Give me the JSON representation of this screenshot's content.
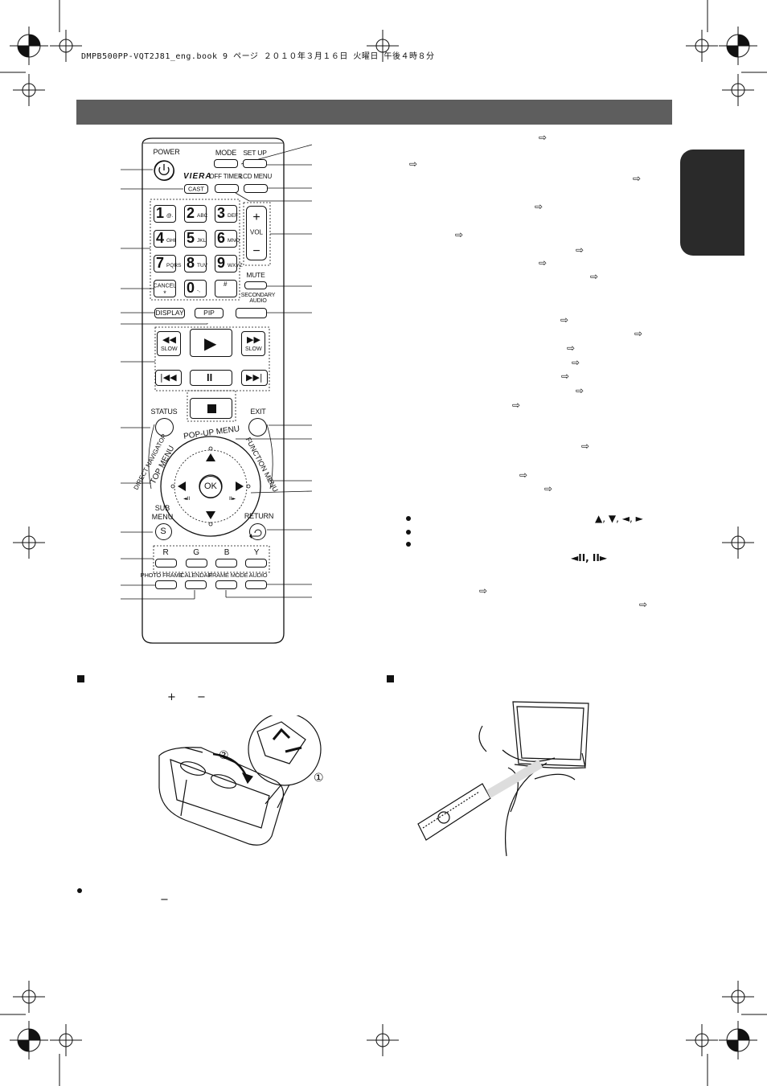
{
  "header": {
    "file_info": "DMPB500PP-VQT2J81_eng.book  9 ページ  ２０１０年３月１６日  火曜日  午後４時８分"
  },
  "remote": {
    "power": "POWER",
    "mode": "MODE",
    "setup": "SET UP",
    "viera_logo": "VIERA",
    "cast": "CAST",
    "off_timer": "OFF TIMER",
    "lcd_menu": "LCD MENU",
    "keys": [
      {
        "num": "1",
        "sub": "@."
      },
      {
        "num": "2",
        "sub": "ABC"
      },
      {
        "num": "3",
        "sub": "DEF"
      },
      {
        "num": "4",
        "sub": "GHI"
      },
      {
        "num": "5",
        "sub": "JKL"
      },
      {
        "num": "6",
        "sub": "MNO"
      },
      {
        "num": "7",
        "sub": "PQRS"
      },
      {
        "num": "8",
        "sub": "TUV"
      },
      {
        "num": "9",
        "sub": "WXYZ"
      },
      {
        "num": "0",
        "sub": "-,"
      }
    ],
    "vol": "VOL",
    "vol_plus": "+",
    "vol_minus": "−",
    "cancel": "CANCEL",
    "cancel_sym": "*",
    "hash_sym": "#",
    "mute": "MUTE",
    "secondary_audio": "SECONDARY AUDIO",
    "display": "DISPLAY",
    "pip": "PIP",
    "slow": "SLOW",
    "status": "STATUS",
    "exit": "EXIT",
    "popup_menu": "POP-UP MENU",
    "direct_navigator": "DIRECT NAVIGATOR",
    "top_menu": "TOP MENU",
    "function_menu": "FUNCTION MENU",
    "ok": "OK",
    "sub_menu": "SUB MENU",
    "sub_s": "S",
    "return": "RETURN",
    "color_r": "R",
    "color_g": "G",
    "color_b": "B",
    "color_y": "Y",
    "photo_frame": "PHOTO FRAME",
    "calendar": "CALENDAR",
    "frame_mode": "FRAME MODE",
    "audio": "AUDIO"
  },
  "right_col": {
    "nav_arrows": "▲, ▼, ◄, ►",
    "frame_arrows": "◄II, II►"
  },
  "battery": {
    "plus": "+",
    "minus": "−",
    "step1": "①",
    "step2": "②",
    "note_minus": "−"
  }
}
